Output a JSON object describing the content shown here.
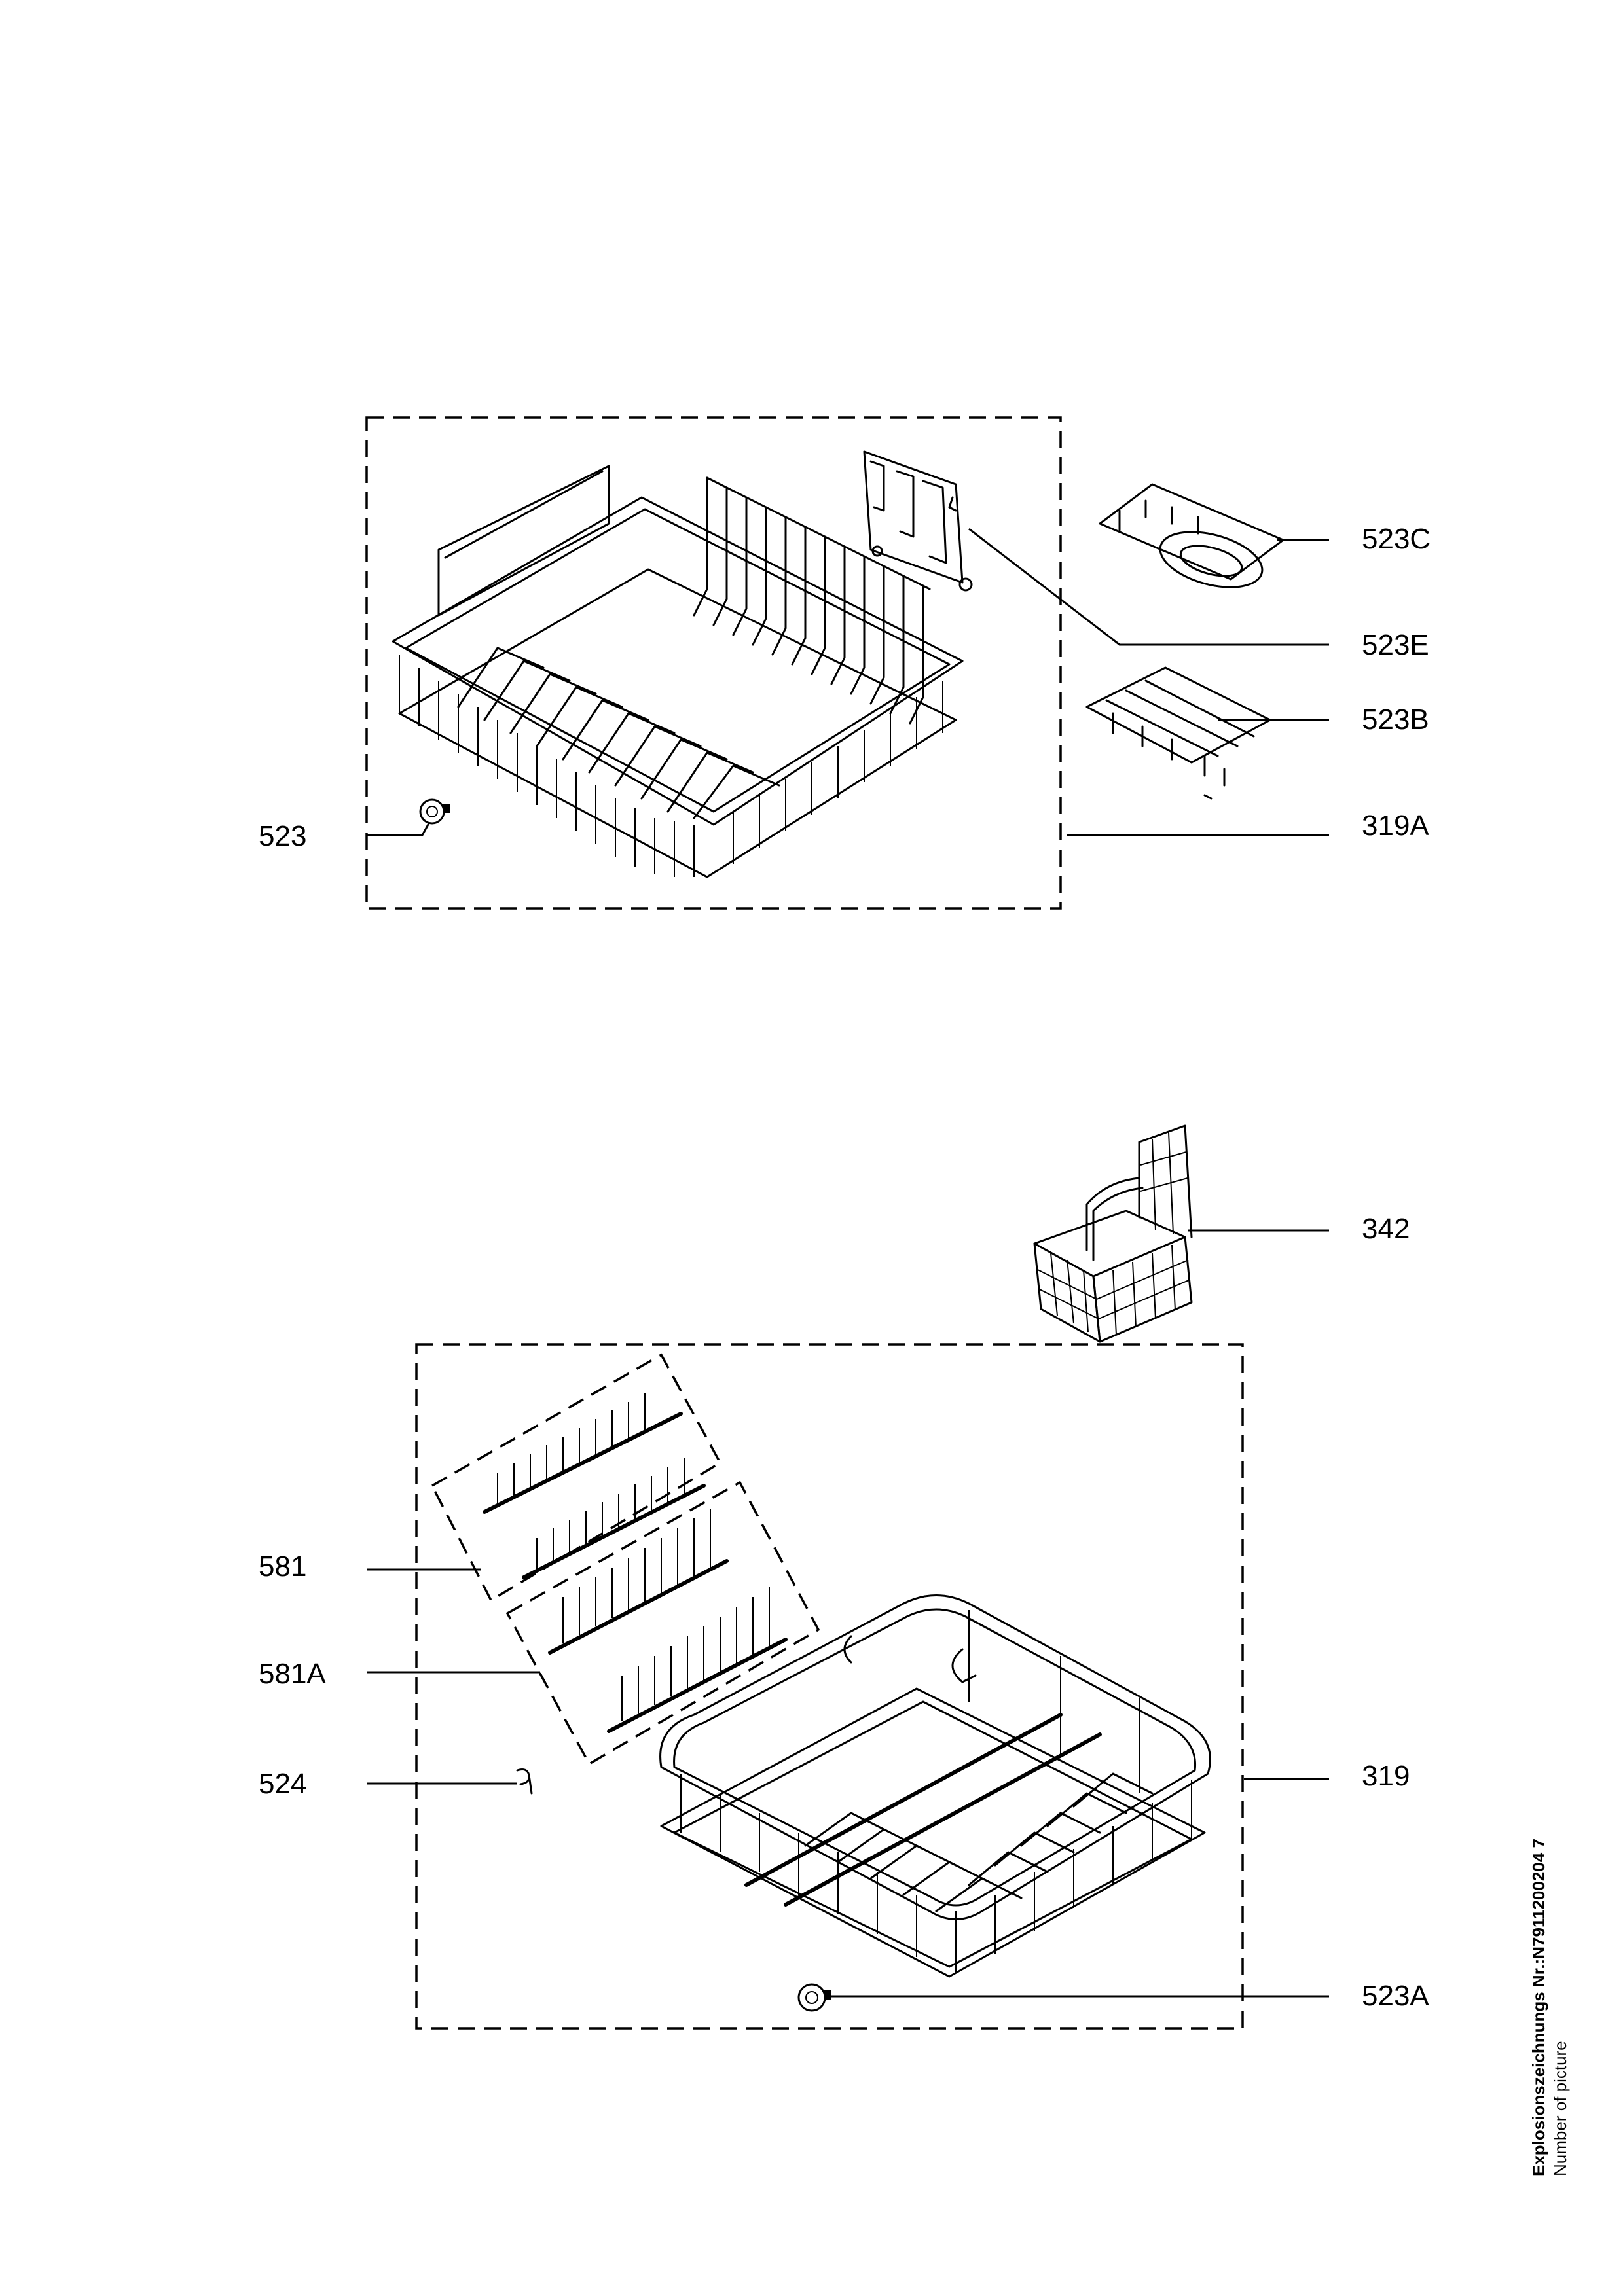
{
  "labels": {
    "p523C": "523C",
    "p523E": "523E",
    "p523B": "523B",
    "p319A": "319A",
    "p523": "523",
    "p342": "342",
    "p581": "581",
    "p581A": "581A",
    "p524": "524",
    "p319": "319",
    "p523A": "523A"
  },
  "footer": {
    "drawing_number": "Explosionszeichnungs Nr.:N7911200204 7",
    "number_of_picture": "Number of picture"
  }
}
